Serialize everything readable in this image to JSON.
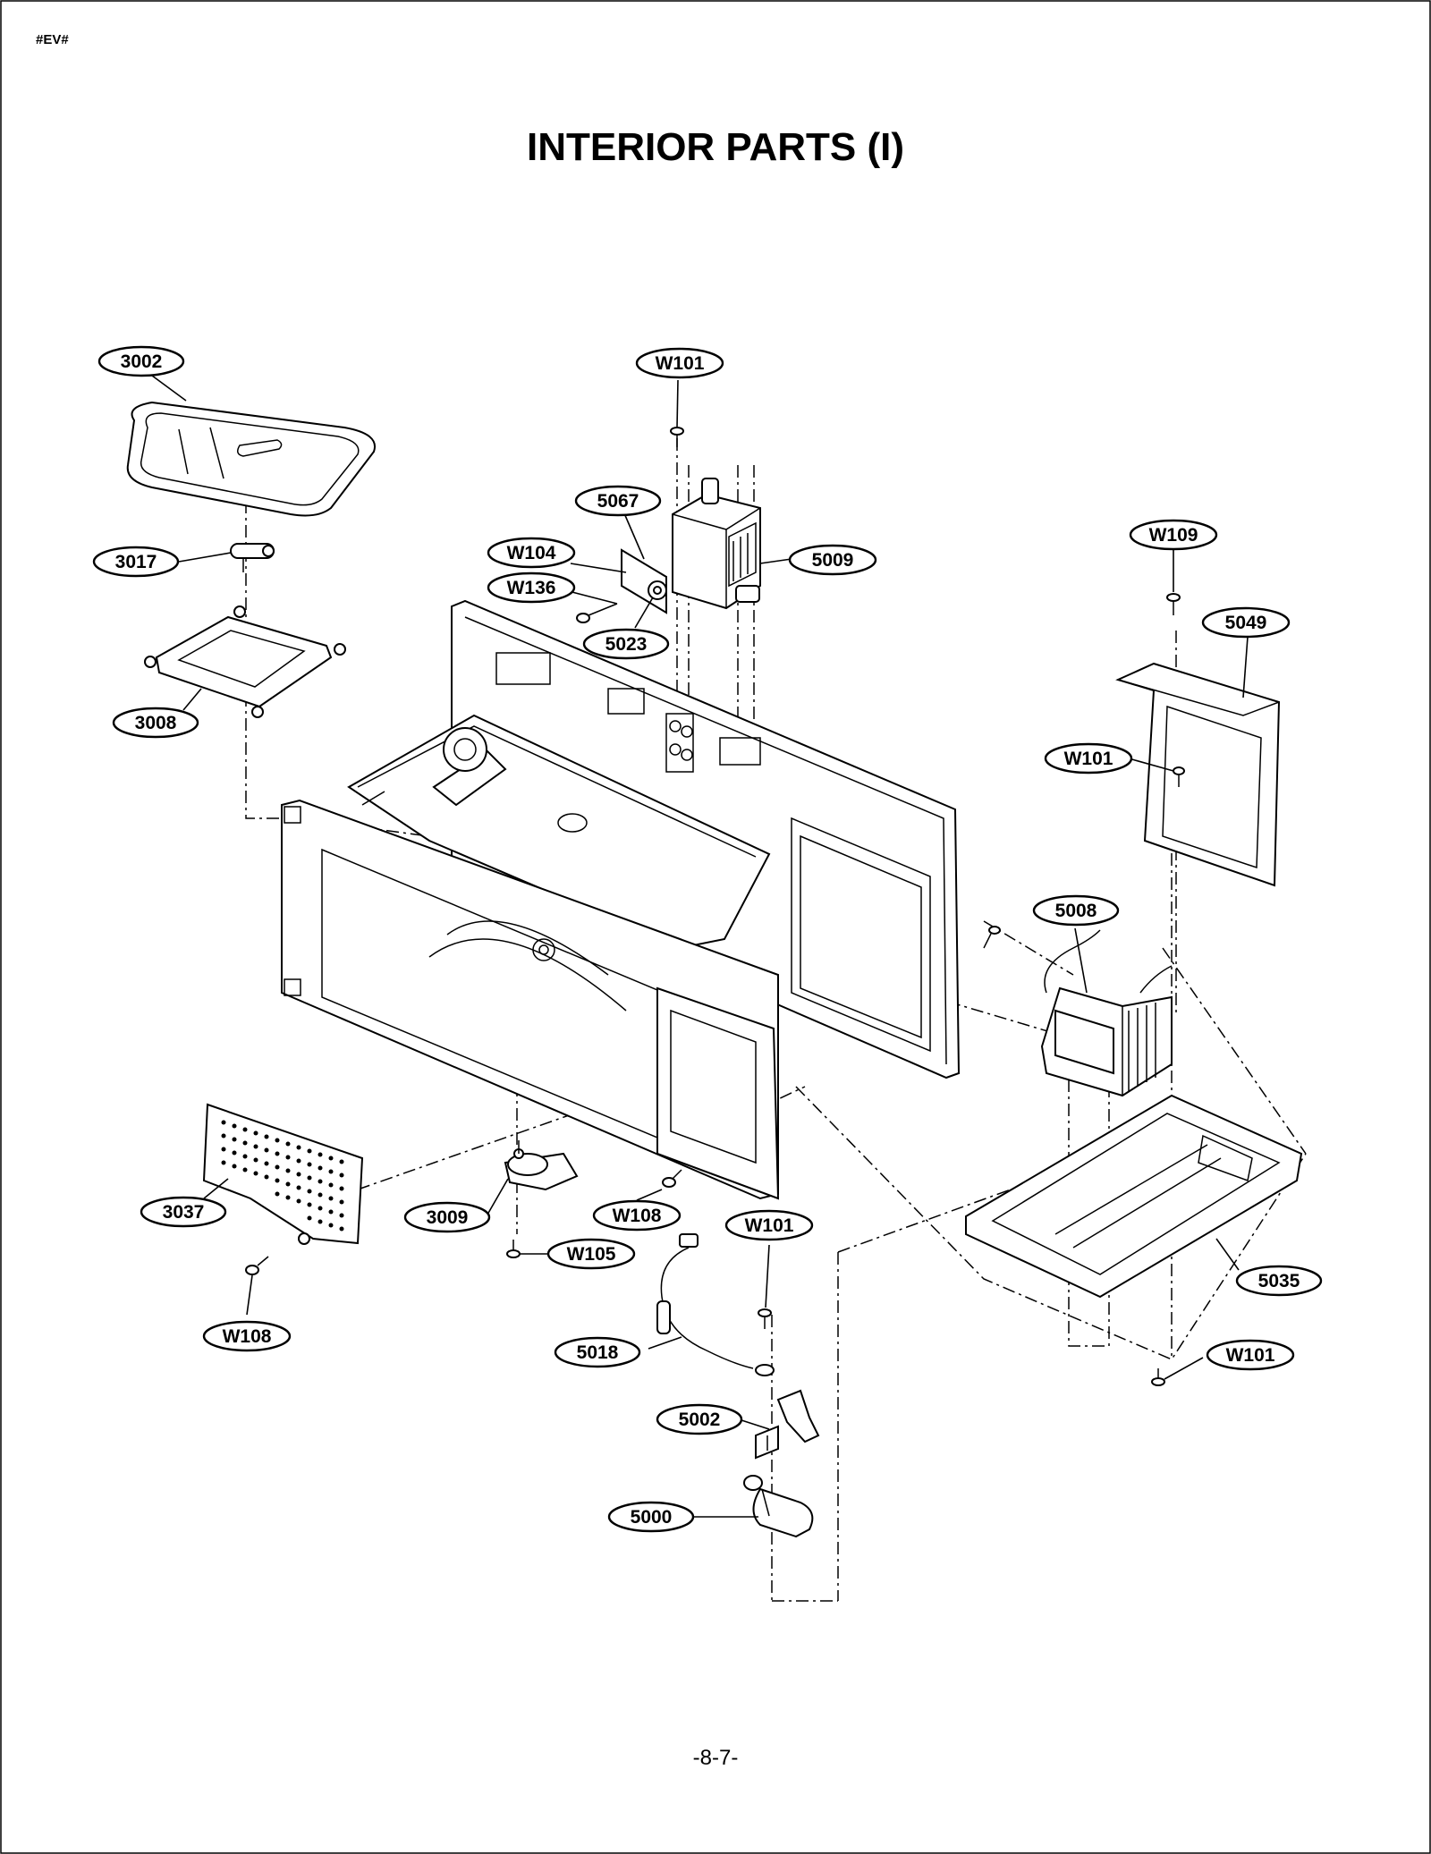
{
  "doc": {
    "corner_tag": "#EV#",
    "title": "INTERIOR PARTS (I)",
    "page_number": "-8-7-"
  },
  "callouts": {
    "c3002": "3002",
    "c3017": "3017",
    "c3008": "3008",
    "cW101_top": "W101",
    "c5067": "5067",
    "cW104": "W104",
    "cW136": "W136",
    "c5023": "5023",
    "c5009": "5009",
    "cW109": "W109",
    "c5049": "5049",
    "cW101_right": "W101",
    "c5008": "5008",
    "c3037": "3037",
    "c3009": "3009",
    "cW108_mid": "W108",
    "cW101_mid": "W101",
    "cW105": "W105",
    "cW108_left": "W108",
    "c5018": "5018",
    "c5002": "5002",
    "c5000": "5000",
    "c5035": "5035",
    "cW101_bottom": "W101"
  }
}
